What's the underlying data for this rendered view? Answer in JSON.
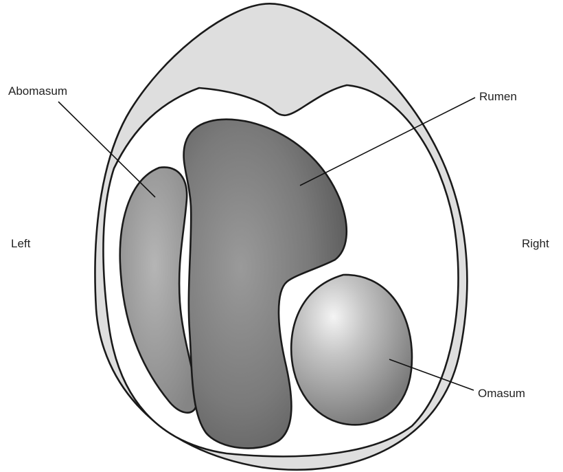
{
  "labels": {
    "abomasum": "Abomasum",
    "rumen": "Rumen",
    "omasum": "Omasum",
    "left": "Left",
    "right": "Right"
  },
  "colors": {
    "body_wall": "#dedede",
    "cavity": "#ffffff",
    "abomasum": "#8c8c8c",
    "rumen": "#6f6f6f",
    "omasum": "#9a9a9a",
    "outline": "#1a1a1a"
  }
}
